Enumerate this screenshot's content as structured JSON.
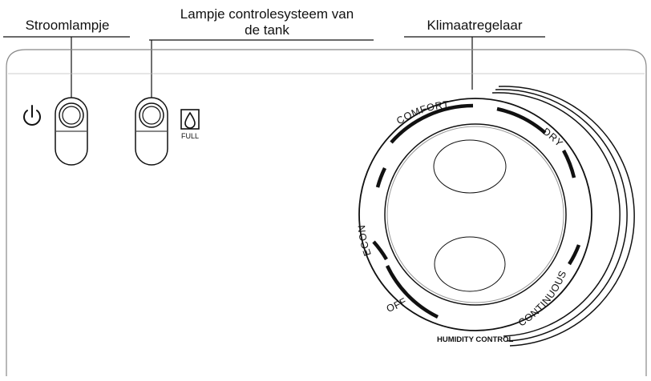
{
  "callouts": {
    "power_light": "Stroomlampje",
    "tank_light_line1": "Lampje controlesysteem van",
    "tank_light_line2": "de tank",
    "climate_control": "Klimaatregelaar"
  },
  "indicator": {
    "full_label": "FULL",
    "icon": "water-drop-icon"
  },
  "power": {
    "icon": "power-icon"
  },
  "dial": {
    "modes": [
      "COMFORT",
      "DRY",
      "CONTINUOUS",
      "OFF",
      "ECON"
    ],
    "caption": "HUMIDITY CONTROL"
  },
  "colors": {
    "line": "#111111",
    "panel_border": "#888888",
    "inner_border": "#bbbbbb"
  }
}
